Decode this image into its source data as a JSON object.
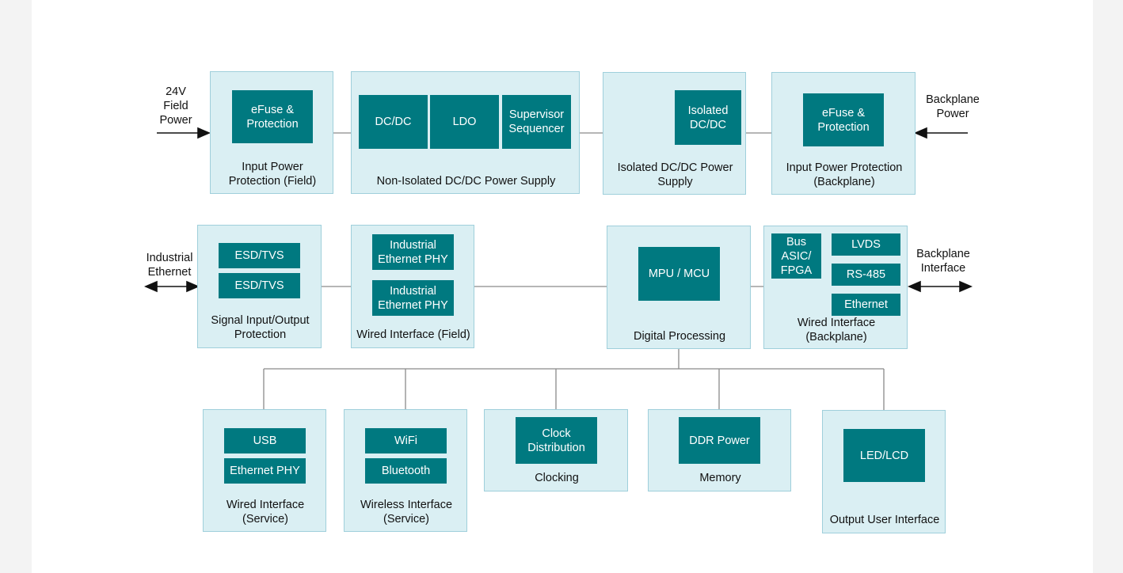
{
  "external": {
    "field_power": "24V\nField\nPower",
    "backplane_power": "Backplane\nPower",
    "industrial_ethernet": "Industrial\nEthernet",
    "backplane_interface": "Backplane\nInterface"
  },
  "blocks": {
    "input_power_field": {
      "title": "Input Power\nProtection (Field)",
      "chips": [
        "eFuse &\nProtection"
      ]
    },
    "non_isolated": {
      "title": "Non-Isolated DC/DC Power Supply",
      "chips": [
        "DC/DC",
        "LDO",
        "Supervisor\nSequencer"
      ]
    },
    "isolated": {
      "title": "Isolated DC/DC Power\nSupply",
      "chips": [
        "Isolated\nDC/DC"
      ]
    },
    "input_power_backplane": {
      "title": "Input Power Protection\n(Backplane)",
      "chips": [
        "eFuse &\nProtection"
      ]
    },
    "signal_io": {
      "title": "Signal Input/Output\nProtection",
      "chips": [
        "ESD/TVS",
        "ESD/TVS"
      ]
    },
    "wired_field": {
      "title": "Wired Interface (Field)",
      "chips": [
        "Industrial\nEthernet PHY",
        "Industrial\nEthernet PHY"
      ]
    },
    "digital": {
      "title": "Digital Processing",
      "chips": [
        "MPU / MCU"
      ]
    },
    "wired_backplane": {
      "title": "Wired Interface\n(Backplane)",
      "chips": [
        "Bus\nASIC/\nFPGA",
        "LVDS",
        "RS-485",
        "Ethernet"
      ]
    },
    "wired_service": {
      "title": "Wired Interface\n(Service)",
      "chips": [
        "USB",
        "Ethernet PHY"
      ]
    },
    "wireless_service": {
      "title": "Wireless Interface\n(Service)",
      "chips": [
        "WiFi",
        "Bluetooth"
      ]
    },
    "clocking": {
      "title": "Clocking",
      "chips": [
        "Clock\nDistribution"
      ]
    },
    "memory": {
      "title": "Memory",
      "chips": [
        "DDR Power"
      ]
    },
    "output_ui": {
      "title": "Output User Interface",
      "chips": [
        "LED/LCD"
      ]
    }
  },
  "colors": {
    "block_fill": "#daeff3",
    "block_border": "#9fcfdb",
    "chip_fill": "#007980",
    "wire": "#888888"
  }
}
